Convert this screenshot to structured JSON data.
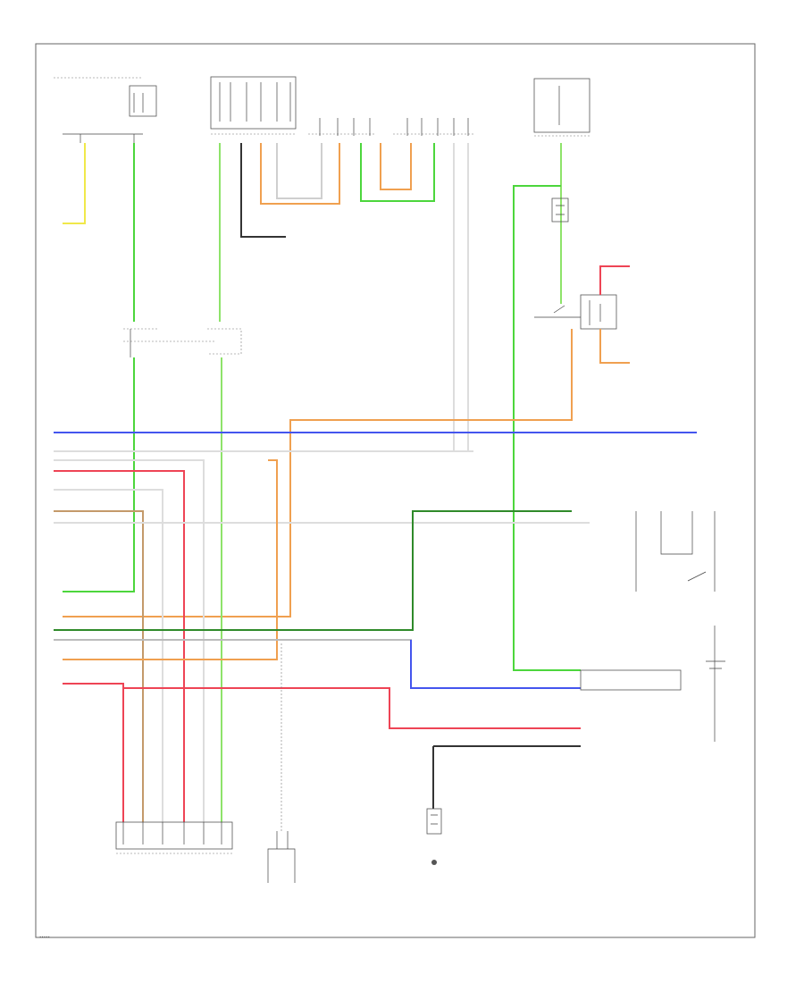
{
  "diagram": {
    "footer_text": "•••••",
    "colors": {
      "green": "#4cd63c",
      "light_green": "#8ee36a",
      "dark_green": "#2f8a2a",
      "yellow": "#f0e84a",
      "orange": "#f0a050",
      "red": "#ee4455",
      "pink": "#f07090",
      "blue": "#4455ee",
      "tan": "#c49a6a",
      "gray": "#bdbdbd",
      "black": "#333333",
      "frame": "#555555"
    },
    "components": [
      "left-top-connector",
      "center-top-connector",
      "connector-a",
      "connector-b",
      "right-top-connector",
      "right-joint-connector",
      "relay-block",
      "left-junction",
      "center-junction",
      "switch-block",
      "bottom-connector",
      "sensor-connector",
      "ground-connector"
    ]
  }
}
